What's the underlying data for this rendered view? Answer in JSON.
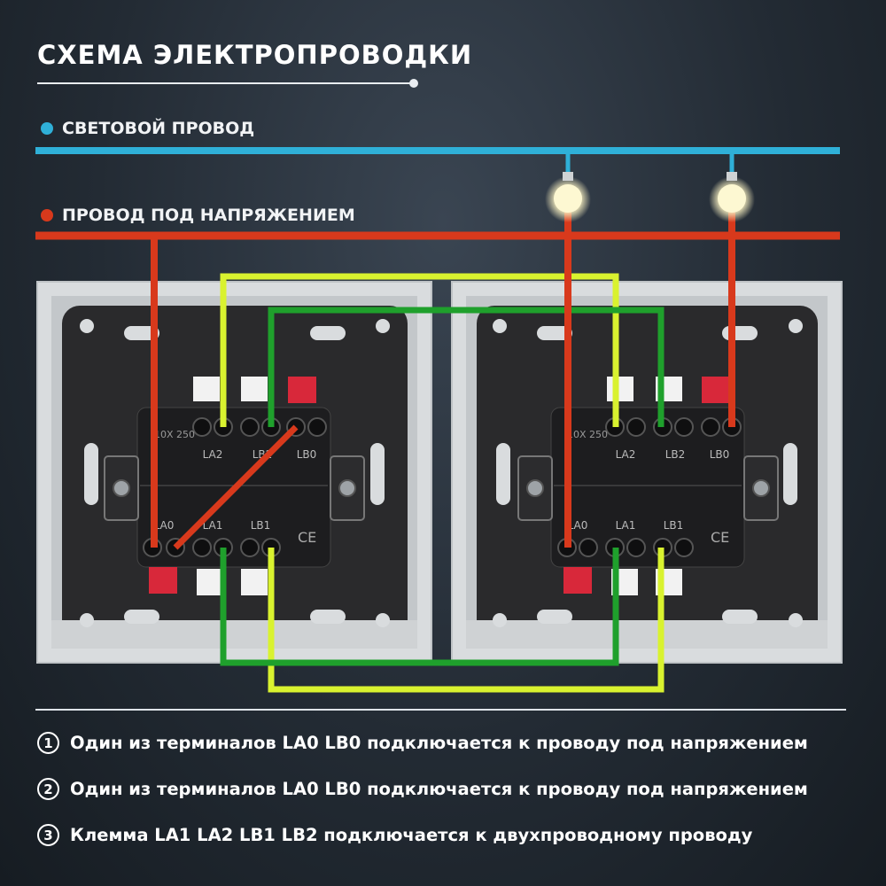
{
  "title": "СХЕМА ЭЛЕКТРОПРОВОДКИ",
  "legend": {
    "light_wire": "СВЕТОВОЙ ПРОВОД",
    "live_wire": "ПРОВОД ПОД НАПРЯЖЕНИЕМ"
  },
  "colors": {
    "light_wire": "#2fb0d8",
    "live_wire": "#d8391c",
    "jumper_a": "#d9f22f",
    "jumper_b": "#1fa02c",
    "frame": "#d9dcde",
    "mechanism": "#2a2a2c",
    "terminal_red": "#d8283a"
  },
  "switches": [
    {
      "top_labels": [
        "LA2",
        "LB2",
        "LB0"
      ],
      "bottom_labels": [
        "LA0",
        "LA1",
        "LB1"
      ],
      "rating": "10X 250"
    },
    {
      "top_labels": [
        "LA2",
        "LB2",
        "LB0"
      ],
      "bottom_labels": [
        "LA0",
        "LA1",
        "LB1"
      ],
      "rating": "10X 250"
    }
  ],
  "ce_mark": "CE",
  "notes": [
    {
      "num": "1",
      "text": "Один из терминалов LA0 LB0 подключается к проводу под напряжением"
    },
    {
      "num": "2",
      "text": "Один из терминалов LA0 LB0 подключается к проводу под напряжением"
    },
    {
      "num": "3",
      "text": "Клемма LA1 LA2 LB1 LB2 подключается к двухпроводному проводу"
    }
  ]
}
